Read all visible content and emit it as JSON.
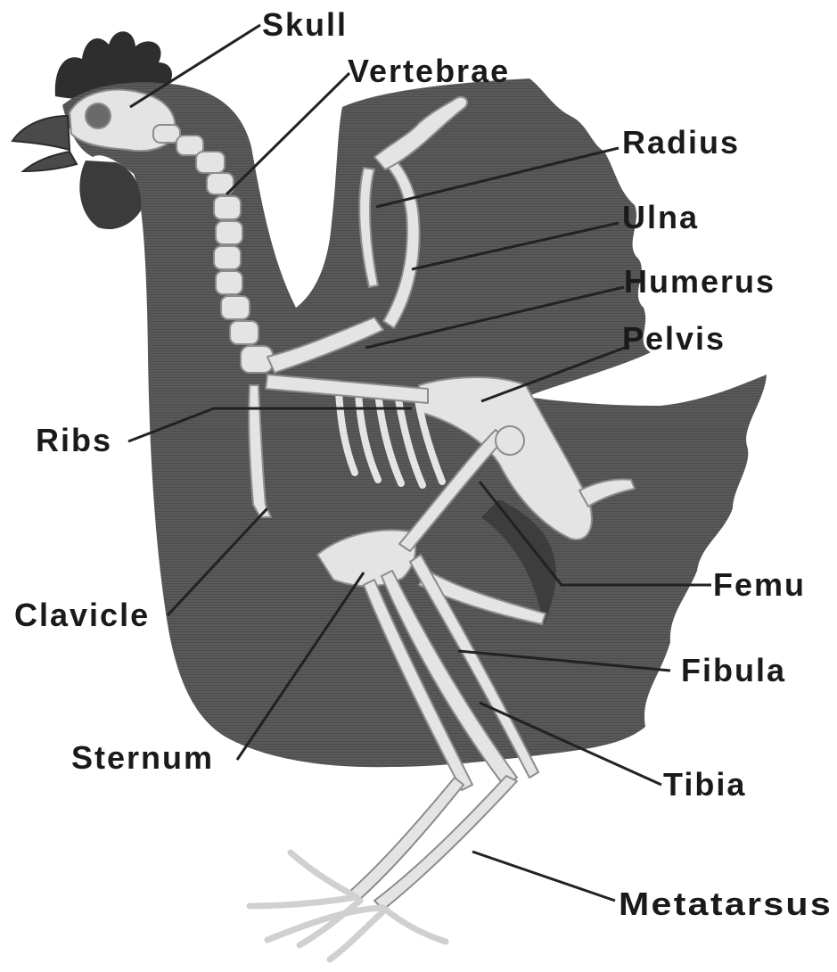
{
  "diagram": {
    "colors": {
      "body": "#555555",
      "bone": "#e4e4e4",
      "bone_outline": "#8c8c8c",
      "comb": "#2e2e2e",
      "leader": "#222222",
      "label": "#1a1a1a"
    },
    "labels": {
      "skull": "Skull",
      "vertebrae": "Vertebrae",
      "radius": "Radius",
      "ulna": "Ulna",
      "humerus": "Humerus",
      "pelvis": "Pelvis",
      "ribs": "Ribs",
      "femur": "Femu",
      "clavicle": "Clavicle",
      "fibula": "Fibula",
      "sternum": "Sternum",
      "tibia": "Tibia",
      "metatarsus": "Metatarsus"
    }
  }
}
